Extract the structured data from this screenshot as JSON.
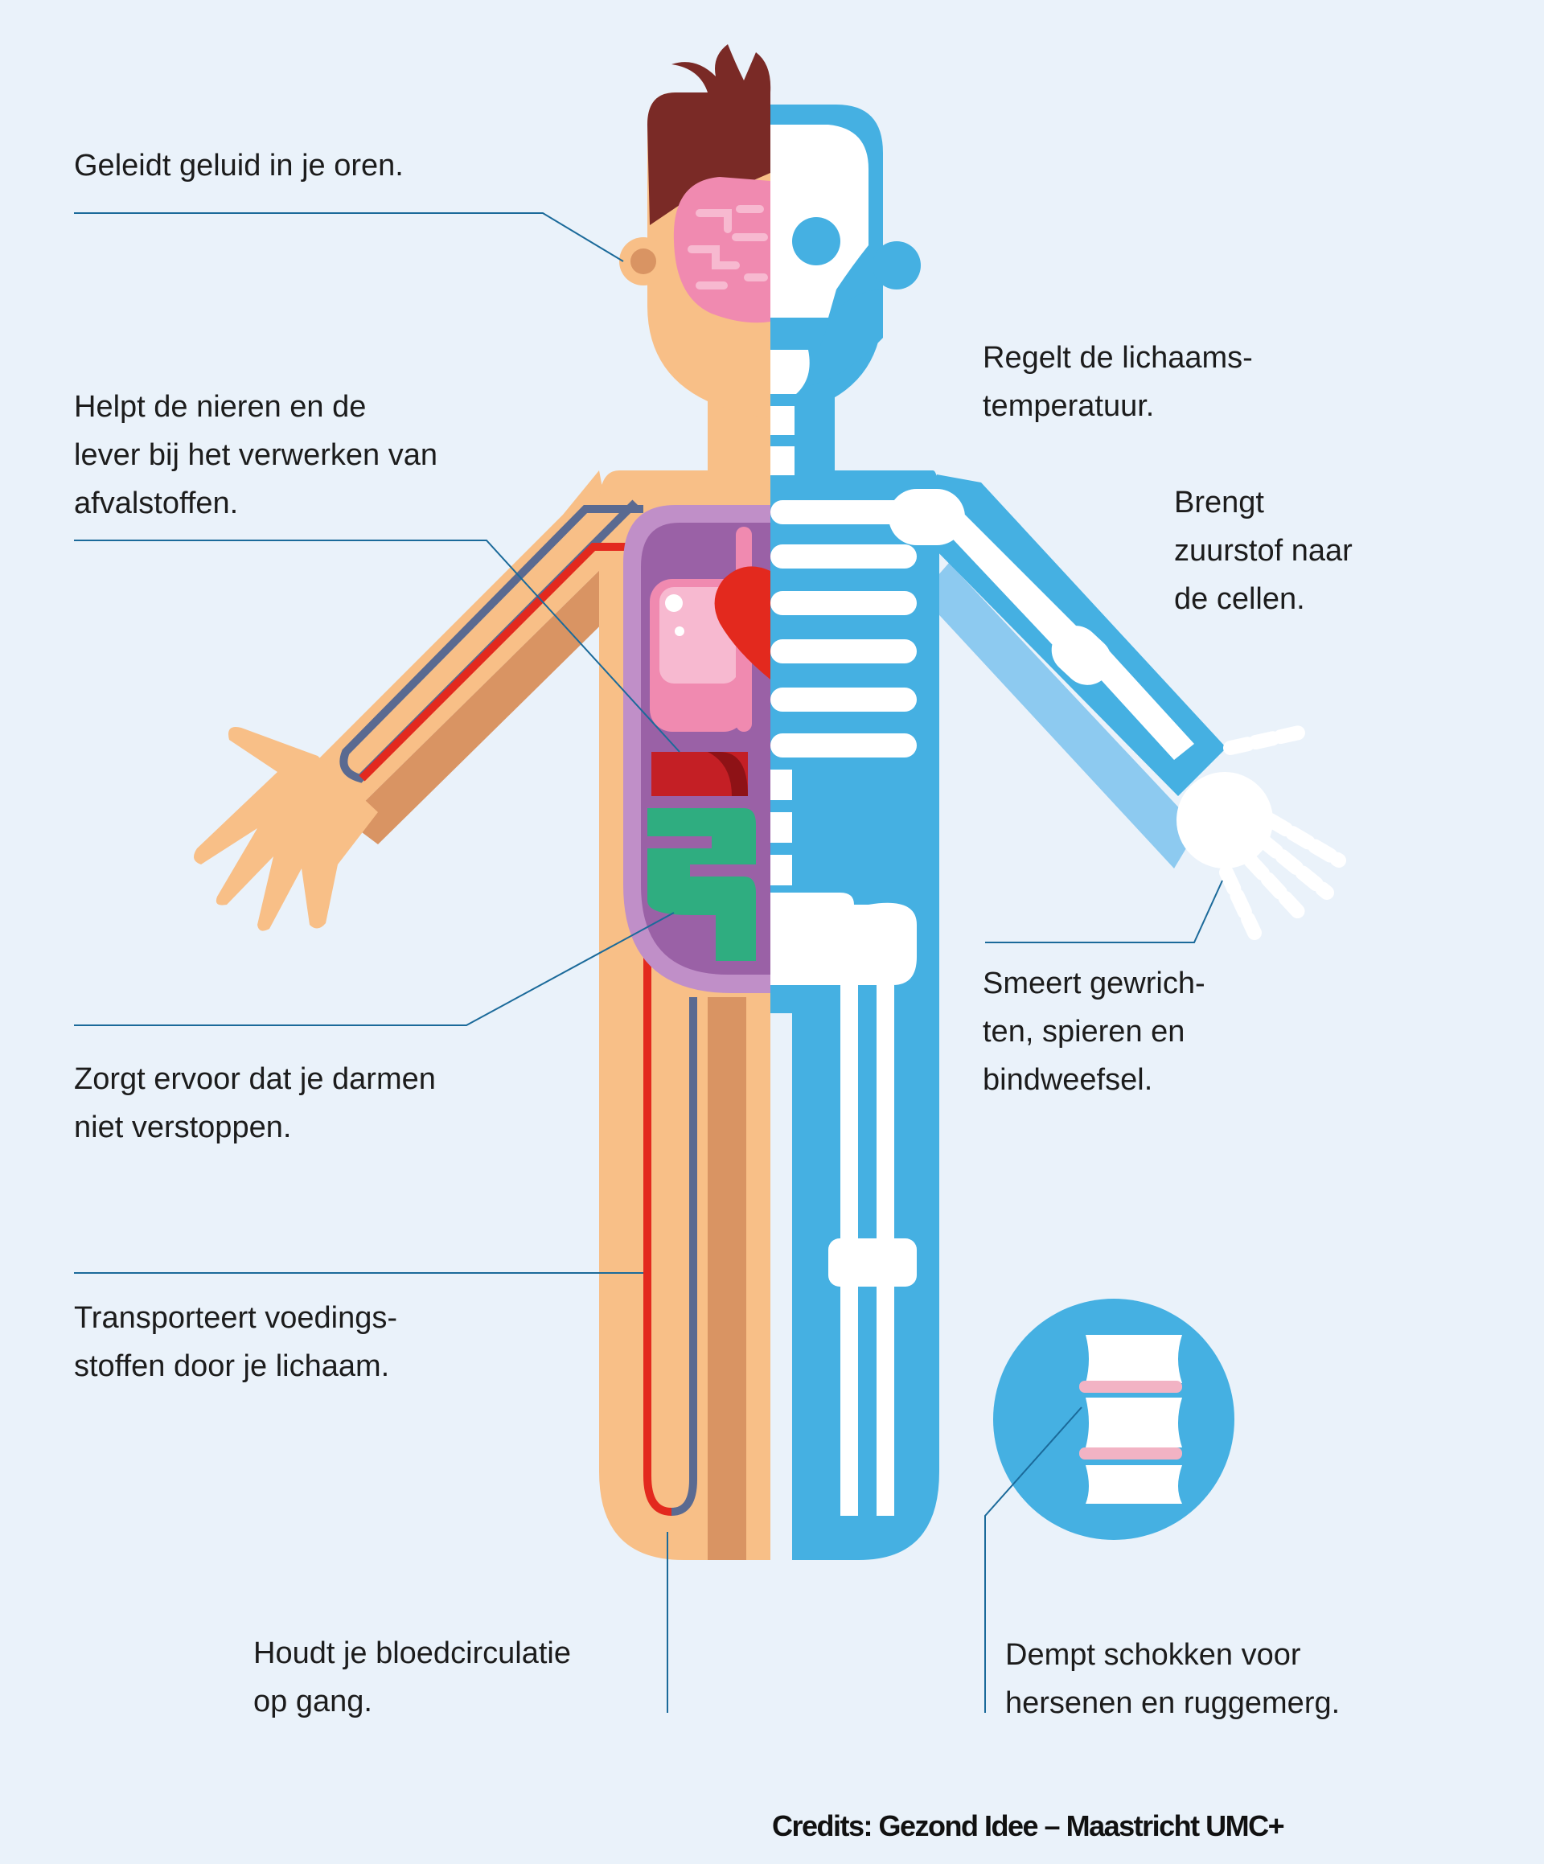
{
  "labels": {
    "ears": {
      "lines": [
        "Geleidt geluid in je oren."
      ]
    },
    "kidneys": {
      "lines": [
        "Helpt de nieren en de",
        "lever bij het verwerken van",
        "afvalstoffen."
      ]
    },
    "intestines": {
      "lines": [
        "Zorgt ervoor dat je darmen",
        "niet verstoppen."
      ]
    },
    "nutrients": {
      "lines": [
        "Transporteert voedings-",
        "stoffen door je lichaam."
      ]
    },
    "circulation": {
      "lines": [
        "Houdt je bloedcirculatie",
        "op gang."
      ]
    },
    "temperature": {
      "lines": [
        "Regelt de lichaams-",
        "temperatuur."
      ]
    },
    "oxygen": {
      "lines": [
        "Brengt",
        "zuurstof naar",
        "de cellen."
      ]
    },
    "joints": {
      "lines": [
        "Smeert gewrich-",
        "ten, spieren en",
        "bindweefsel."
      ]
    },
    "shocks": {
      "lines": [
        "Dempt schokken voor",
        "hersenen en ruggemerg."
      ]
    }
  },
  "credits": "Credits: Gezond Idee – Maastricht UMC+",
  "colors": {
    "background": "#eaf2fa",
    "skin": "#f8bf87",
    "skin_shadow": "#d99463",
    "hair": "#7a2a26",
    "brain": "#f08ab0",
    "skeleton_blue": "#45b0e2",
    "bone": "#ffffff",
    "artery_red": "#e3291e",
    "vein_blue": "#5a6a91",
    "organ_cavity": "#9a61a6",
    "liver_dark_red": "#c41f25",
    "intestine_green": "#2fad80",
    "leader_line": "#1b6a9a",
    "disc_pink": "#f2b3c4"
  }
}
